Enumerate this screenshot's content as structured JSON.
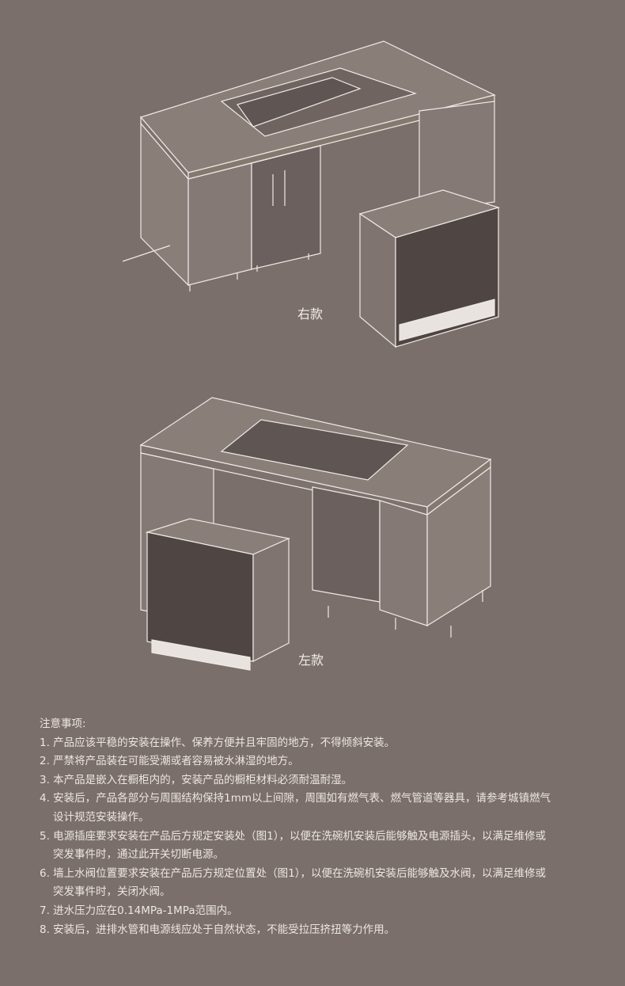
{
  "figures": [
    {
      "caption": "右款"
    },
    {
      "caption": "左款"
    }
  ],
  "notes": {
    "title": "注意事项:",
    "items": [
      {
        "lines": [
          "1. 产品应该平稳的安装在操作、保养方便并且牢固的地方，不得倾斜安装。"
        ]
      },
      {
        "lines": [
          "2. 严禁将产品装在可能受潮或者容易被水淋湿的地方。"
        ]
      },
      {
        "lines": [
          "3. 本产品是嵌入在橱柜内的，安装产品的橱柜材料必须耐温耐湿。"
        ]
      },
      {
        "lines": [
          "4. 安装后，产品各部分与周围结构保持1mm以上间隙，周围如有燃气表、燃气管道等器具，请参考城镇燃气",
          "设计规范安装操作。"
        ]
      },
      {
        "lines": [
          "5. 电源插座要求安装在产品后方规定安装处（图1），以便在洗碗机安装后能够触及电源插头，以满足维修或",
          "突发事件时，通过此开关切断电源。"
        ]
      },
      {
        "lines": [
          "6. 墙上水阀位置要求安装在产品后方规定位置处（图1），以便在洗碗机安装后能够触及水阀，以满足维修或",
          "突发事件时，关闭水阀。"
        ]
      },
      {
        "lines": [
          "7. 进水压力应在0.14MPa-1MPa范围内。"
        ]
      },
      {
        "lines": [
          "8. 安装后，进排水管和电源线应处于自然状态，不能受拉压挤扭等力作用。"
        ]
      }
    ]
  }
}
